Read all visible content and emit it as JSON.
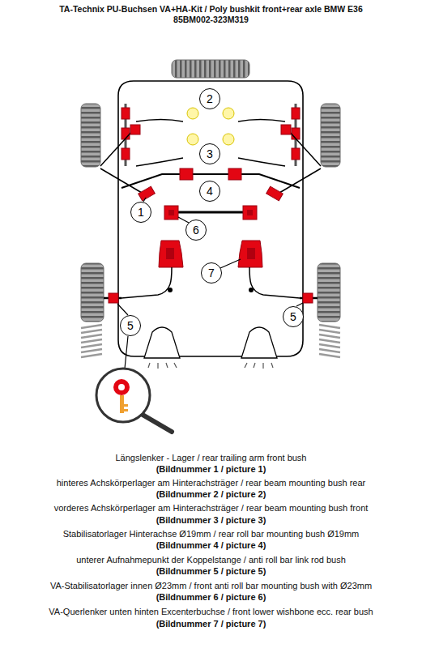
{
  "diagram": {
    "title": "TA-Technix PU-Buchsen VA+HA-Kit / Poly bushkit front+rear axle BMW E36",
    "nodes": [
      {
        "text": [
          "2"
        ]
      },
      {
        "text": [
          "3"
        ]
      },
      {
        "text": [
          "4"
        ]
      },
      {
        "text": [
          "1"
        ]
      },
      {
        "text": [
          "6"
        ]
      },
      {
        "text": [
          "7"
        ]
      },
      {
        "text": [
          "5"
        ]
      },
      {
        "text": [
          "5"
        ]
      }
    ],
    "labels": [
      "85BM002-323M319",
      "Längslenker - Lager / rear trailing arm front bush",
      "(Bildnummer 1 / picture 1)",
      "hinteres Achskörperlager am Hinterachsträger / rear beam mounting bush rear",
      "(Bildnummer 2 / picture 2)",
      "vorderes Achskörperlager am Hinterachsträger / rear beam mounting bush front",
      "(Bildnummer 3 / picture 3)",
      "Stabilisatorlager Hinterachse Ø19mm / rear roll bar mounting bush Ø19mm",
      "(Bildnummer 4 / picture 4)",
      "unterer Aufnahmepunkt der Koppelstange / anti roll bar link rod bush",
      "(Bildnummer 5 / picture 5)",
      "VA-Stabilisatorlager innen Ø23mm / front anti roll bar mounting bush with Ø23mm",
      "(Bildnummer 6 / picture 6)",
      "VA-Querlenker unten hinten Excenterbuchse / front lower wishbone ecc. rear bush",
      "(Bildnummer 7 / picture 7)"
    ]
  }
}
